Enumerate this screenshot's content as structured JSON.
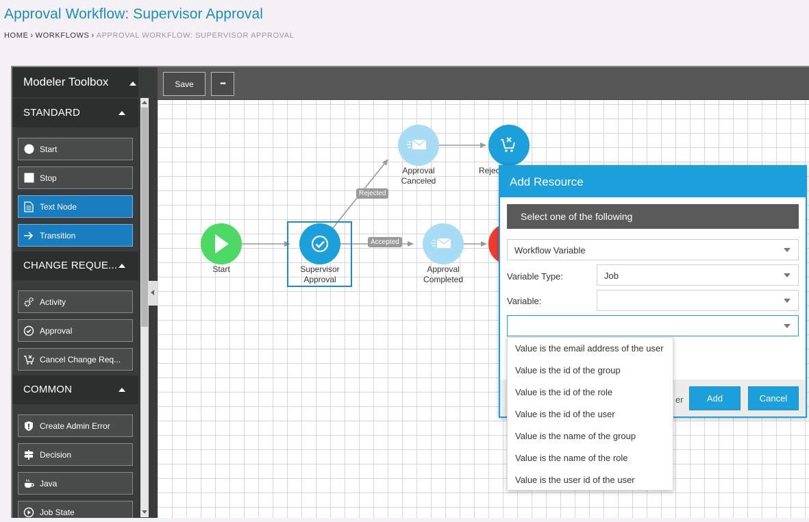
{
  "header": {
    "title": "Approval Workflow: Supervisor Approval",
    "breadcrumb": {
      "home": "HOME",
      "workflows": "WORKFLOWS",
      "current": "APPROVAL WORKFLOW: SUPERVISOR APPROVAL",
      "separator": "›"
    }
  },
  "toolbox": {
    "title": "Modeler Toolbox",
    "sections": [
      {
        "label": "STANDARD",
        "items": [
          {
            "label": "Start",
            "icon": "circle-icon"
          },
          {
            "label": "Stop",
            "icon": "square-icon"
          },
          {
            "label": "Text Node",
            "icon": "document-icon",
            "active": true
          },
          {
            "label": "Transition",
            "icon": "arrow-right-icon",
            "active": true
          }
        ]
      },
      {
        "label": "CHANGE REQUE...",
        "items": [
          {
            "label": "Activity",
            "icon": "gears-icon"
          },
          {
            "label": "Approval",
            "icon": "check-circle-icon"
          },
          {
            "label": "Cancel Change Req...",
            "icon": "cart-x-icon"
          }
        ]
      },
      {
        "label": "COMMON",
        "items": [
          {
            "label": "Create Admin Error",
            "icon": "shield-icon"
          },
          {
            "label": "Decision",
            "icon": "signpost-icon"
          },
          {
            "label": "Java",
            "icon": "coffee-icon"
          },
          {
            "label": "Job State",
            "icon": "play-circle-icon"
          }
        ]
      }
    ]
  },
  "canvas_toolbar": {
    "save_label": "Save",
    "more_label": "•••"
  },
  "diagram": {
    "nodes": {
      "start": {
        "label": "Start",
        "color": "#4cd964"
      },
      "supervisor": {
        "label_line1": "Supervisor",
        "label_line2": "Approval",
        "color": "#1ba0dc"
      },
      "canceled": {
        "label_line1": "Approval",
        "label_line2": "Canceled",
        "color": "#a8dcf5"
      },
      "completed": {
        "label_line1": "Approval",
        "label_line2": "Completed",
        "color": "#a8dcf5"
      },
      "rejected": {
        "label": "Rejec",
        "color": "#1ba0dc"
      },
      "stop_color": "#ee3b2e"
    },
    "transitions": {
      "rejected": "Rejected",
      "accepted": "Accepted"
    }
  },
  "dialog": {
    "title": "Add Resource",
    "subtitle": "Select one of the following",
    "resource_type": "Workflow Variable",
    "variable_type_label": "Variable Type:",
    "variable_type_value": "Job",
    "variable_label": "Variable:",
    "variable_value": "",
    "value_select": "",
    "footer_partial_text": "er",
    "add_label": "Add",
    "cancel_label": "Cancel"
  },
  "dropdown_options": [
    "Value is the email address of the user",
    "Value is the id of the group",
    "Value is the id of the role",
    "Value is the id of the user",
    "Value is the name of the group",
    "Value is the name of the role",
    "Value is the user id of the user"
  ],
  "colors": {
    "accent": "#1ba0dc",
    "brand_title": "#1a8cc4",
    "toolbox_bg": "#3a3b3b"
  }
}
